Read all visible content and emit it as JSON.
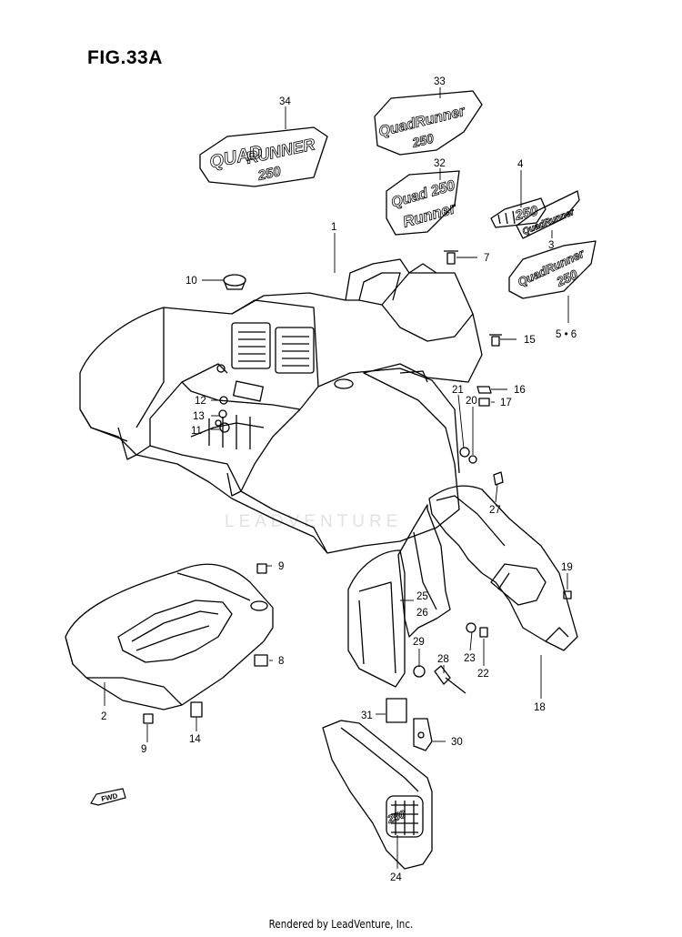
{
  "figure_title": "FIG.33A",
  "watermark": "LEADVENTURE",
  "footer": "Rendered by LeadVenture, Inc.",
  "decal_text": {
    "d34": [
      "QUAD",
      "RUNNER",
      "250"
    ],
    "d33": [
      "QuadRunner",
      "250"
    ],
    "d32": [
      "Quad 250",
      "Runner"
    ],
    "d4": [
      "250"
    ],
    "d3": [
      "QuadRunner"
    ],
    "d56": [
      "QuadRunner",
      "250"
    ],
    "d24": [
      "250"
    ]
  },
  "fwd_label": "FWD",
  "callouts": {
    "c1": "1",
    "c2": "2",
    "c3": "3",
    "c4": "4",
    "c56": "5 • 6",
    "c7": "7",
    "c8": "8",
    "c9a": "9",
    "c9b": "9",
    "c10": "10",
    "c11": "11",
    "c12": "12",
    "c13": "13",
    "c14": "14",
    "c15": "15",
    "c16": "16",
    "c17": "17",
    "c18": "18",
    "c19": "19",
    "c20": "20",
    "c21": "21",
    "c22": "22",
    "c23": "23",
    "c24": "24",
    "c2526": [
      "25",
      "26"
    ],
    "c27": "27",
    "c28": "28",
    "c29": "29",
    "c30": "30",
    "c31": "31",
    "c32": "32",
    "c33": "33",
    "c34": "34"
  }
}
